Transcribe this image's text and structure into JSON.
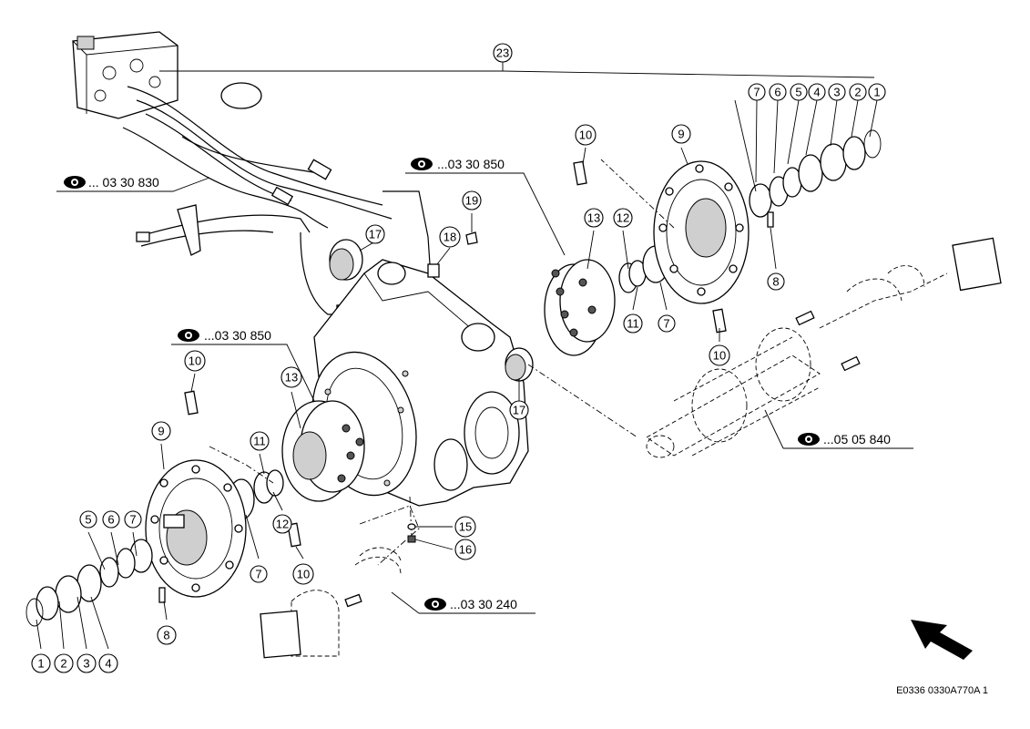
{
  "callouts": {
    "c23": "23",
    "r1": "1",
    "r2": "2",
    "r3": "3",
    "r4": "4",
    "r5": "5",
    "r6": "6",
    "r7": "7",
    "r9": "9",
    "r10a": "10",
    "r8": "8",
    "r13": "13",
    "r12": "12",
    "r11": "11",
    "r7b": "7",
    "r10b": "10",
    "r17a": "17",
    "r18": "18",
    "r19": "19",
    "r17b": "17",
    "l10a": "10",
    "l9": "9",
    "l13": "13",
    "l11": "11",
    "l12": "12",
    "l7b": "7",
    "l10b": "10",
    "l5": "5",
    "l6": "6",
    "l7": "7",
    "l8": "8",
    "l1": "1",
    "l2": "2",
    "l3": "3",
    "l4": "4",
    "c15": "15",
    "c16": "16"
  },
  "references": {
    "ref_hydraulics": "... 03 30 830",
    "ref_right_hub": "...03 30 850",
    "ref_left_hub": "...03 30 850",
    "ref_axle": "...05 05 840",
    "ref_bearing": "...03 30 240"
  },
  "icons": {
    "view_reference": "eye-icon",
    "direction": "arrow-icon"
  },
  "footer": {
    "doc_id": "E0336 0330A770A 1"
  }
}
